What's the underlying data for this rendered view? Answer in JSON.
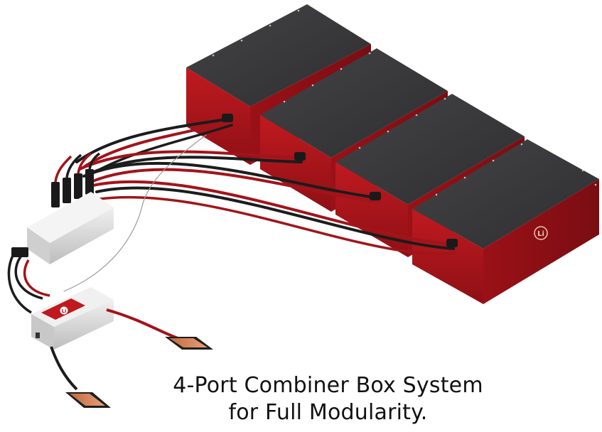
{
  "caption": {
    "line1": "4-Port Combiner Box System",
    "line2": "for Full Modularity."
  },
  "battery_logo_text": "Li",
  "controller_logo_text": "Li",
  "colors": {
    "battery_red": "#b3161c",
    "battery_top": "#3a3a3c",
    "cable_black": "#1c1c1c",
    "cable_red": "#a3131a",
    "combiner_body": "#e3e3e3",
    "bus_bar": "#d8845a"
  }
}
